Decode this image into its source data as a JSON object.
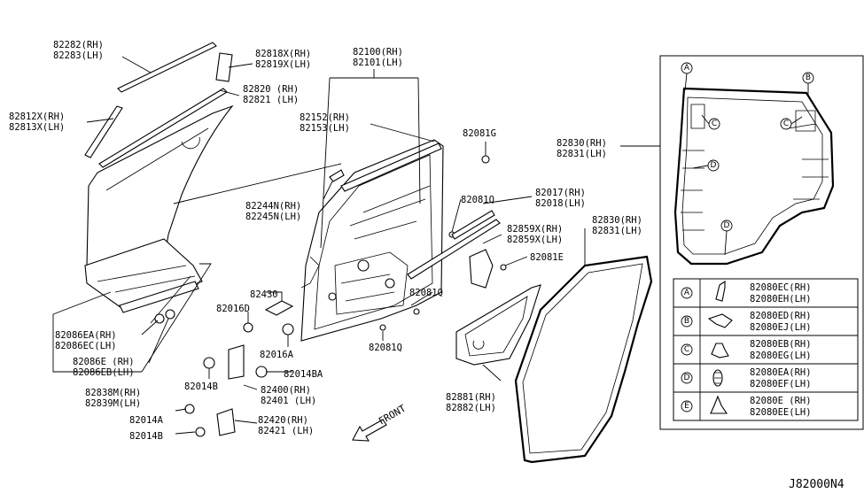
{
  "diagram_code": "J82000N4",
  "front_label": "FRONT",
  "callouts": {
    "p82282": [
      "82282(RH)",
      "82283(LH)"
    ],
    "p82818": [
      "82818X(RH)",
      "82819X(LH)"
    ],
    "p82820": [
      "82820 (RH)",
      "82821 (LH)"
    ],
    "p82812": [
      "82812X(RH)",
      "82813X(LH)"
    ],
    "p82100": [
      "82100(RH)",
      "82101(LH)"
    ],
    "p82152": [
      "82152(RH)",
      "82153(LH)"
    ],
    "p82081g": [
      "82081G"
    ],
    "p82244": [
      "82244N(RH)",
      "82245N(LH)"
    ],
    "p82081q_a": [
      "82081Q"
    ],
    "p82017": [
      "82017(RH)",
      "82018(LH)"
    ],
    "p82859": [
      "82859X(RH)",
      "82859X(LH)"
    ],
    "p82081e": [
      "82081E"
    ],
    "p82081q_b": [
      "82081Q"
    ],
    "p82081q_c": [
      "82081Q"
    ],
    "p82430": [
      "82430"
    ],
    "p82016d": [
      "82016D"
    ],
    "p82016a": [
      "82016A"
    ],
    "p82014ba": [
      "82014BA"
    ],
    "p82014b_a": [
      "82014B"
    ],
    "p82400": [
      "82400(RH)",
      "82401 (LH)"
    ],
    "p82014a": [
      "82014A"
    ],
    "p82014b_b": [
      "82014B"
    ],
    "p82420": [
      "82420(RH)",
      "82421 (LH)"
    ],
    "p82086ea": [
      "82086EA(RH)",
      "82086EC(LH)"
    ],
    "p82086e": [
      "82086E (RH)",
      "82086EB(LH)"
    ],
    "p82838": [
      "82838M(RH)",
      "82839M(LH)"
    ],
    "p82830_a": [
      "82830(RH)",
      "82831(LH)"
    ],
    "p82830_b": [
      "82830(RH)",
      "82831(LH)"
    ],
    "p82881": [
      "82881(RH)",
      "82882(LH)"
    ]
  },
  "inset_markers": [
    "A",
    "B",
    "C",
    "C",
    "D",
    "D"
  ],
  "legend": [
    {
      "marker": "A",
      "rh": "82080EC(RH)",
      "lh": "82080EH(LH)",
      "icon": "clip-a-icon"
    },
    {
      "marker": "B",
      "rh": "82080ED(RH)",
      "lh": "82080EJ(LH)",
      "icon": "clip-b-icon"
    },
    {
      "marker": "C",
      "rh": "82080EB(RH)",
      "lh": "82080EG(LH)",
      "icon": "clip-c-icon"
    },
    {
      "marker": "D",
      "rh": "82080EA(RH)",
      "lh": "82080EF(LH)",
      "icon": "clip-d-icon"
    },
    {
      "marker": "E",
      "rh": "82080E (RH)",
      "lh": "82080EE(LH)",
      "icon": "clip-e-icon"
    }
  ]
}
